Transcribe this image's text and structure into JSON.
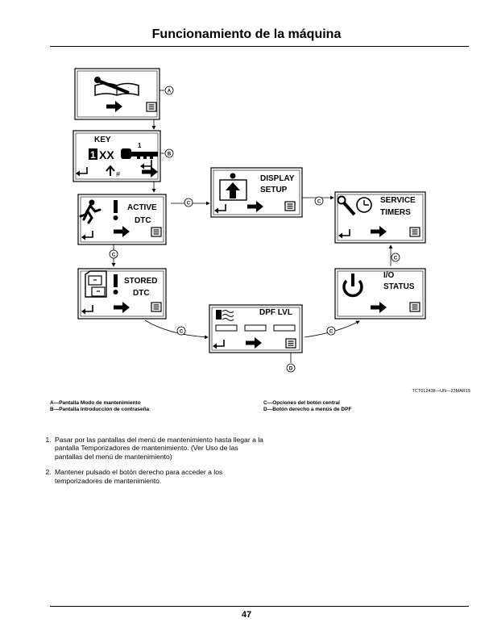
{
  "header": {
    "title": "Funcionamiento de la máquina"
  },
  "screens": {
    "maintenance": {
      "name": "Pantalla Modo de mantenimiento"
    },
    "key": {
      "label": "KEY",
      "digit_one": "1",
      "code_first": "1",
      "code_rest": "XX",
      "hash": "#"
    },
    "active_dtc": {
      "line1": "ACTIVE",
      "line2": "DTC"
    },
    "display_setup": {
      "line1": "DISPLAY",
      "line2": "SETUP"
    },
    "service_timers": {
      "line1": "SERVICE",
      "line2": "TIMERS"
    },
    "stored_dtc": {
      "line1": "STORED",
      "line2": "DTC"
    },
    "io_status": {
      "line1": "I/O",
      "line2": "STATUS"
    },
    "dpf_lvl": {
      "label": "DPF LVL"
    }
  },
  "callouts": {
    "a": "A",
    "b": "B",
    "c": "C",
    "d": "D"
  },
  "figure_code": "TCT012438—UN—23MAR15",
  "legend": {
    "a": "A—Pantalla Modo de mantenimiento",
    "b": "B—Pantalla Introducción de contraseña",
    "c": "C—Opciones del botón central",
    "d": "D—Botón derecho a menús de DPF"
  },
  "steps": [
    "Pasar por las pantallas del menú de mantenimiento hasta llegar a la pantalla Temporizadores de mantenimiento. (Ver Uso de las pantallas del menú de mantenimiento)",
    "Mantener pulsado el botón derecho para acceder a los temporizadores de mantenimiento."
  ],
  "footer": {
    "page_number": "47"
  }
}
